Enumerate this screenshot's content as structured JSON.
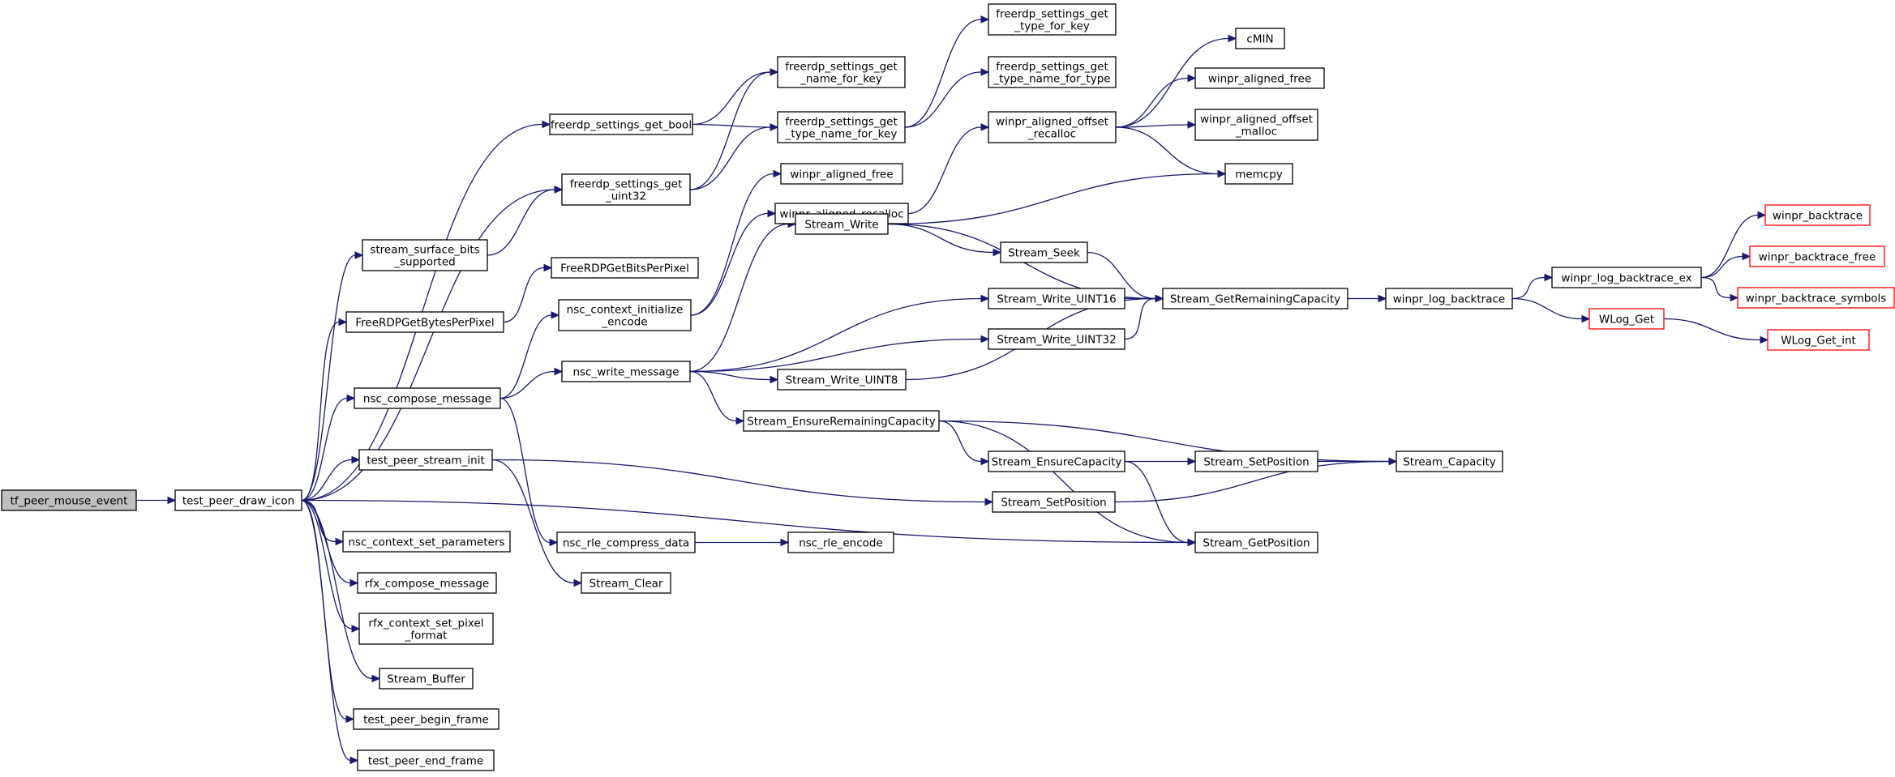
{
  "colors": {
    "edge": "#191970",
    "root_fill": "#bfbfbf",
    "node_border": "#000000",
    "external_border": "#ff0000"
  },
  "nodes": [
    {
      "id": "n0",
      "lines": [
        "tf_peer_mouse_event"
      ]
    },
    {
      "id": "n1",
      "lines": [
        "test_peer_draw_icon"
      ]
    },
    {
      "id": "n2",
      "lines": [
        "freerdp_settings_get_bool"
      ]
    },
    {
      "id": "n3",
      "lines": [
        "freerdp_settings_get",
        "_uint32"
      ]
    },
    {
      "id": "n4",
      "lines": [
        "stream_surface_bits",
        "_supported"
      ]
    },
    {
      "id": "n5",
      "lines": [
        "FreeRDPGetBytesPerPixel"
      ]
    },
    {
      "id": "n6",
      "lines": [
        "nsc_compose_message"
      ]
    },
    {
      "id": "n7",
      "lines": [
        "test_peer_stream_init"
      ]
    },
    {
      "id": "n8",
      "lines": [
        "nsc_context_set_parameters"
      ]
    },
    {
      "id": "n9",
      "lines": [
        "rfx_compose_message"
      ]
    },
    {
      "id": "n10",
      "lines": [
        "rfx_context_set_pixel",
        "_format"
      ]
    },
    {
      "id": "n11",
      "lines": [
        "Stream_Buffer"
      ]
    },
    {
      "id": "n12",
      "lines": [
        "test_peer_begin_frame"
      ]
    },
    {
      "id": "n13",
      "lines": [
        "test_peer_end_frame"
      ]
    },
    {
      "id": "n14",
      "lines": [
        "freerdp_settings_get",
        "_name_for_key"
      ]
    },
    {
      "id": "n15",
      "lines": [
        "freerdp_settings_get",
        "_type_name_for_key"
      ]
    },
    {
      "id": "n16",
      "lines": [
        "FreeRDPGetBitsPerPixel"
      ]
    },
    {
      "id": "n17",
      "lines": [
        "nsc_context_initialize",
        "_encode"
      ]
    },
    {
      "id": "n18",
      "lines": [
        "nsc_write_message"
      ]
    },
    {
      "id": "n19",
      "lines": [
        "nsc_rle_compress_data"
      ]
    },
    {
      "id": "n20",
      "lines": [
        "Stream_Clear"
      ]
    },
    {
      "id": "n21",
      "lines": [
        "freerdp_settings_get",
        "_type_for_key"
      ]
    },
    {
      "id": "n22",
      "lines": [
        "freerdp_settings_get",
        "_type_name_for_type"
      ]
    },
    {
      "id": "n23",
      "lines": [
        "winpr_aligned_free"
      ]
    },
    {
      "id": "n24",
      "lines": [
        "winpr_aligned_recalloc"
      ]
    },
    {
      "id": "n25",
      "lines": [
        "Stream_Write"
      ]
    },
    {
      "id": "n26",
      "lines": [
        "Stream_Write_UINT8"
      ]
    },
    {
      "id": "n27",
      "lines": [
        "Stream_EnsureRemainingCapacity"
      ]
    },
    {
      "id": "n28",
      "lines": [
        "nsc_rle_encode"
      ]
    },
    {
      "id": "n29",
      "lines": [
        "winpr_aligned_offset",
        "_recalloc"
      ]
    },
    {
      "id": "n30",
      "lines": [
        "Stream_Seek"
      ]
    },
    {
      "id": "n31",
      "lines": [
        "Stream_Write_UINT16"
      ]
    },
    {
      "id": "n32",
      "lines": [
        "Stream_Write_UINT32"
      ]
    },
    {
      "id": "n33",
      "lines": [
        "Stream_EnsureCapacity"
      ]
    },
    {
      "id": "n34",
      "lines": [
        "Stream_SetPosition"
      ]
    },
    {
      "id": "n35",
      "lines": [
        "cMIN"
      ]
    },
    {
      "id": "n36",
      "lines": [
        "winpr_aligned_free"
      ]
    },
    {
      "id": "n37",
      "lines": [
        "winpr_aligned_offset",
        "_malloc"
      ]
    },
    {
      "id": "n38",
      "lines": [
        "memcpy"
      ]
    },
    {
      "id": "n39",
      "lines": [
        "Stream_GetRemainingCapacity"
      ]
    },
    {
      "id": "n40",
      "lines": [
        "Stream_SetPosition"
      ]
    },
    {
      "id": "n41",
      "lines": [
        "Stream_GetPosition"
      ]
    },
    {
      "id": "n42",
      "lines": [
        "winpr_log_backtrace"
      ]
    },
    {
      "id": "n43",
      "lines": [
        "Stream_Capacity"
      ]
    },
    {
      "id": "n44",
      "lines": [
        "winpr_log_backtrace_ex"
      ]
    },
    {
      "id": "n45",
      "lines": [
        "WLog_Get"
      ]
    },
    {
      "id": "n46",
      "lines": [
        "winpr_backtrace"
      ]
    },
    {
      "id": "n47",
      "lines": [
        "winpr_backtrace_free"
      ]
    },
    {
      "id": "n48",
      "lines": [
        "winpr_backtrace_symbols"
      ]
    },
    {
      "id": "n49",
      "lines": [
        "WLog_Get_int"
      ]
    }
  ],
  "edges": [
    [
      "n0",
      "n1"
    ],
    [
      "n1",
      "n2"
    ],
    [
      "n1",
      "n3"
    ],
    [
      "n1",
      "n4"
    ],
    [
      "n1",
      "n5"
    ],
    [
      "n1",
      "n6"
    ],
    [
      "n1",
      "n7"
    ],
    [
      "n1",
      "n8"
    ],
    [
      "n1",
      "n9"
    ],
    [
      "n1",
      "n10"
    ],
    [
      "n1",
      "n11"
    ],
    [
      "n1",
      "n12"
    ],
    [
      "n1",
      "n13"
    ],
    [
      "n1",
      "n41"
    ],
    [
      "n2",
      "n14"
    ],
    [
      "n2",
      "n15"
    ],
    [
      "n3",
      "n14"
    ],
    [
      "n3",
      "n15"
    ],
    [
      "n4",
      "n3"
    ],
    [
      "n5",
      "n16"
    ],
    [
      "n6",
      "n17"
    ],
    [
      "n6",
      "n18"
    ],
    [
      "n6",
      "n19"
    ],
    [
      "n7",
      "n20"
    ],
    [
      "n7",
      "n40"
    ],
    [
      "n15",
      "n21"
    ],
    [
      "n15",
      "n22"
    ],
    [
      "n17",
      "n23"
    ],
    [
      "n17",
      "n24"
    ],
    [
      "n18",
      "n25"
    ],
    [
      "n18",
      "n31"
    ],
    [
      "n18",
      "n32"
    ],
    [
      "n18",
      "n26"
    ],
    [
      "n18",
      "n27"
    ],
    [
      "n19",
      "n28"
    ],
    [
      "n24",
      "n29"
    ],
    [
      "n29",
      "n35"
    ],
    [
      "n29",
      "n36"
    ],
    [
      "n29",
      "n37"
    ],
    [
      "n29",
      "n38"
    ],
    [
      "n25",
      "n38"
    ],
    [
      "n25",
      "n30"
    ],
    [
      "n25",
      "n39"
    ],
    [
      "n30",
      "n39"
    ],
    [
      "n31",
      "n39"
    ],
    [
      "n32",
      "n39"
    ],
    [
      "n26",
      "n39"
    ],
    [
      "n27",
      "n33"
    ],
    [
      "n27",
      "n43"
    ],
    [
      "n27",
      "n41"
    ],
    [
      "n33",
      "n34"
    ],
    [
      "n33",
      "n41"
    ],
    [
      "n34",
      "n43"
    ],
    [
      "n40",
      "n43"
    ],
    [
      "n39",
      "n42"
    ],
    [
      "n42",
      "n44"
    ],
    [
      "n42",
      "n45"
    ],
    [
      "n44",
      "n46"
    ],
    [
      "n44",
      "n47"
    ],
    [
      "n44",
      "n48"
    ],
    [
      "n45",
      "n49"
    ]
  ]
}
